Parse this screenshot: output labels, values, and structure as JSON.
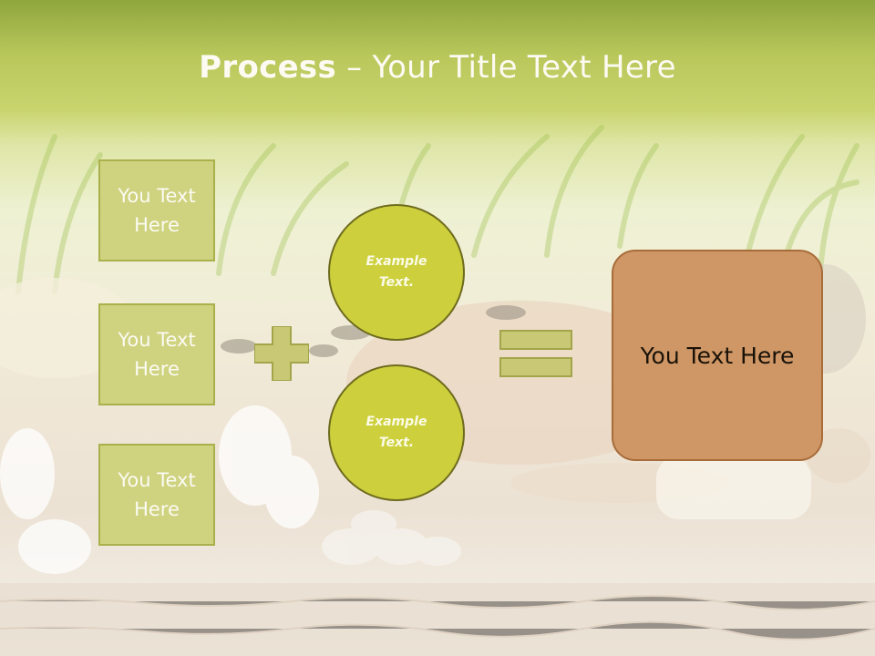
{
  "title": {
    "bold": "Process",
    "rest": " – Your Title Text Here"
  },
  "boxes": [
    {
      "label": "You Text\nHere"
    },
    {
      "label": "You Text\nHere"
    },
    {
      "label": "You Text\nHere"
    }
  ],
  "circles": [
    {
      "label": "Example\nText."
    },
    {
      "label": "Example\nText."
    }
  ],
  "result": {
    "label": "You Text Here"
  },
  "colors": {
    "box_fill": "#cfd27e",
    "circle_fill": "#cdd03c",
    "result_fill": "#cf9766",
    "operator_fill": "#c9c874"
  },
  "icons": [
    "plus-icon",
    "equals-icon"
  ]
}
